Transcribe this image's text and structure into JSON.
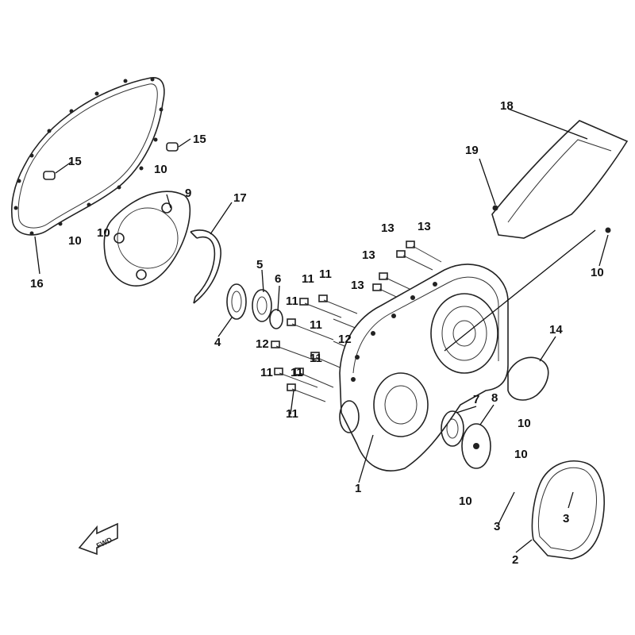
{
  "callouts": [
    {
      "id": "c1",
      "text": "1"
    },
    {
      "id": "c2",
      "text": "2"
    },
    {
      "id": "c3a",
      "text": "3"
    },
    {
      "id": "c3b",
      "text": "3"
    },
    {
      "id": "c4",
      "text": "4"
    },
    {
      "id": "c5",
      "text": "5"
    },
    {
      "id": "c6",
      "text": "6"
    },
    {
      "id": "c7",
      "text": "7"
    },
    {
      "id": "c8",
      "text": "8"
    },
    {
      "id": "c9",
      "text": "9"
    },
    {
      "id": "c10a",
      "text": "10"
    },
    {
      "id": "c10b",
      "text": "10"
    },
    {
      "id": "c10c",
      "text": "10"
    },
    {
      "id": "c10d",
      "text": "10"
    },
    {
      "id": "c10e",
      "text": "10"
    },
    {
      "id": "c10f",
      "text": "10"
    },
    {
      "id": "c10g",
      "text": "10"
    },
    {
      "id": "c11a",
      "text": "11"
    },
    {
      "id": "c11b",
      "text": "11"
    },
    {
      "id": "c11c",
      "text": "11"
    },
    {
      "id": "c11d",
      "text": "11"
    },
    {
      "id": "c11e",
      "text": "11"
    },
    {
      "id": "c11f",
      "text": "11"
    },
    {
      "id": "c11g",
      "text": "11"
    },
    {
      "id": "c11h",
      "text": "11"
    },
    {
      "id": "c12a",
      "text": "12"
    },
    {
      "id": "c12b",
      "text": "12"
    },
    {
      "id": "c13a",
      "text": "13"
    },
    {
      "id": "c13b",
      "text": "13"
    },
    {
      "id": "c13c",
      "text": "13"
    },
    {
      "id": "c13d",
      "text": "13"
    },
    {
      "id": "c14",
      "text": "14"
    },
    {
      "id": "c15a",
      "text": "15"
    },
    {
      "id": "c15b",
      "text": "15"
    },
    {
      "id": "c16",
      "text": "16"
    },
    {
      "id": "c17",
      "text": "17"
    },
    {
      "id": "c18",
      "text": "18"
    },
    {
      "id": "c19",
      "text": "19"
    }
  ],
  "direction_marker": "FWD"
}
